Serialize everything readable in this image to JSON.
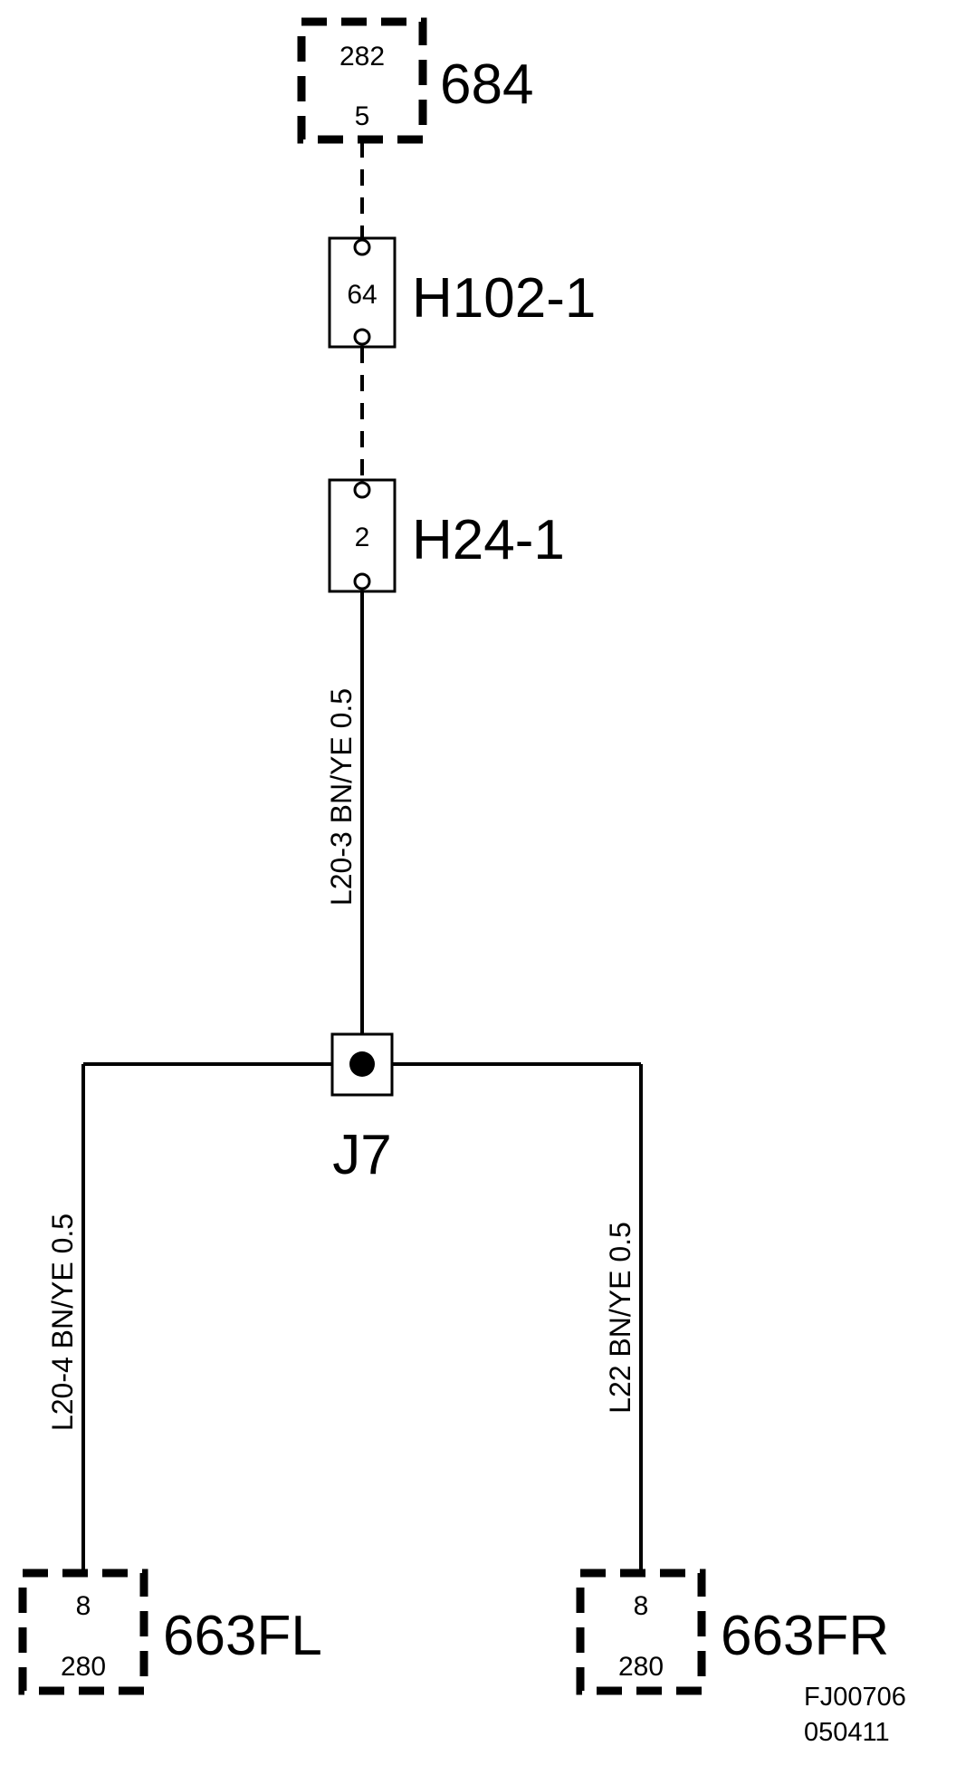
{
  "components": {
    "c684": {
      "name": "684",
      "pin_top": "282",
      "pin_bottom": "5"
    },
    "h102": {
      "name": "H102-1",
      "pin": "64"
    },
    "h24": {
      "name": "H24-1",
      "pin": "2"
    },
    "j7": {
      "name": "J7"
    },
    "fl": {
      "name": "663FL",
      "pin_top": "8",
      "pin_bottom": "280"
    },
    "fr": {
      "name": "663FR",
      "pin_top": "8",
      "pin_bottom": "280"
    }
  },
  "wires": {
    "l20_3": "L20-3  BN/YE  0.5",
    "l20_4": "L20-4  BN/YE  0.5",
    "l22": "L22  BN/YE  0.5"
  },
  "footer": {
    "line1": "FJ00706",
    "line2": "050411"
  }
}
